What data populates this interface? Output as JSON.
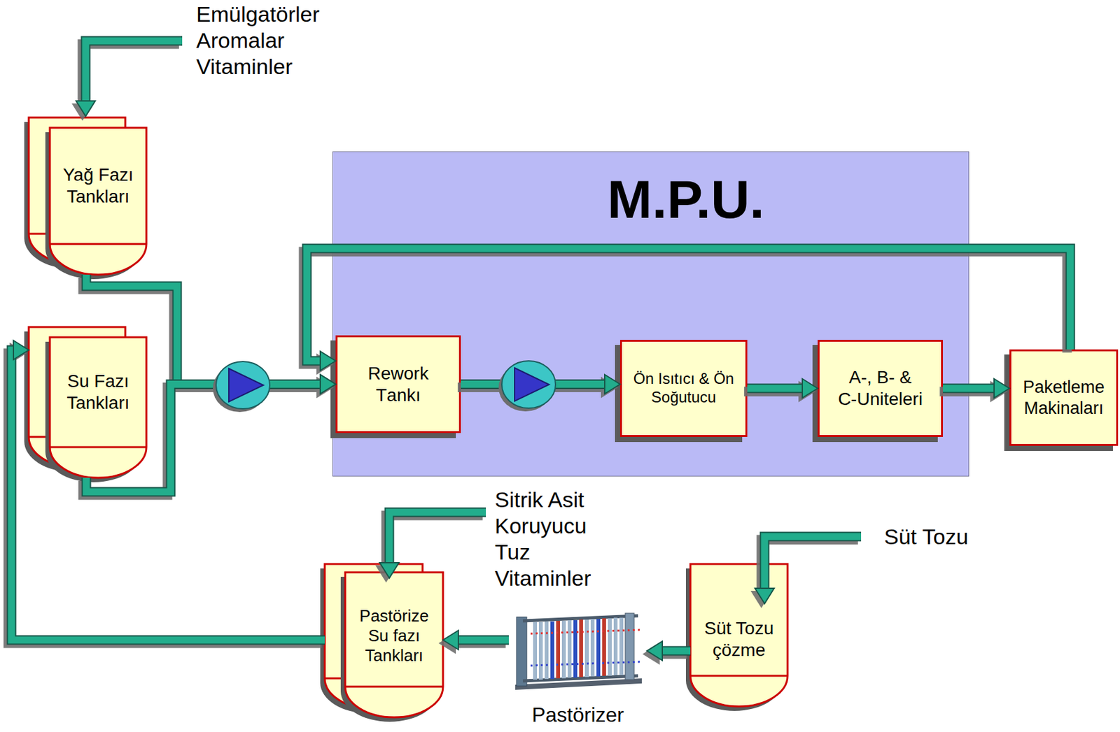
{
  "diagram": {
    "nodes": [
      {
        "text": [
          "Yağ Fazı Tankları"
        ]
      },
      {
        "text": [
          "Su Fazı Tankları"
        ]
      },
      {
        "text": [
          "M.P.U."
        ]
      },
      {
        "text": [
          "Rework Tankı"
        ],
        "in": 2
      },
      {
        "text": [
          "Ön Isıtıcı & Ön Soğutucu"
        ],
        "in": 2
      },
      {
        "text": [
          "A-, B- & C-Uniteleri"
        ],
        "in": 2
      },
      {
        "text": [
          "Paketleme Makinaları"
        ]
      },
      {
        "text": [
          "Pastörize Su fazı Tankları"
        ]
      },
      {
        "text": [
          "Pastörizer"
        ]
      },
      {
        "text": [
          "Süt Tozu çözme"
        ]
      }
    ],
    "edges": [
      {
        "from": 0,
        "to": 3,
        "arrow": "to"
      },
      {
        "from": 1,
        "to": 3,
        "arrow": "to"
      },
      {
        "from": 3,
        "to": 4,
        "arrow": "to"
      },
      {
        "from": 4,
        "to": 5,
        "arrow": "to"
      },
      {
        "from": 5,
        "to": 6,
        "arrow": "to"
      },
      {
        "from": 6,
        "to": 3,
        "arrow": "to"
      },
      {
        "from": 9,
        "to": 8,
        "arrow": "to"
      },
      {
        "from": 8,
        "to": 7,
        "arrow": "to"
      },
      {
        "from": 7,
        "to": 1,
        "arrow": "to"
      }
    ],
    "labels": [
      "Emülgatörler",
      "Aromalar",
      "Vitaminler",
      "Sitrik Asit",
      "Koruyucu",
      "Tuz",
      "Vitaminler",
      "Süt Tozu"
    ]
  }
}
